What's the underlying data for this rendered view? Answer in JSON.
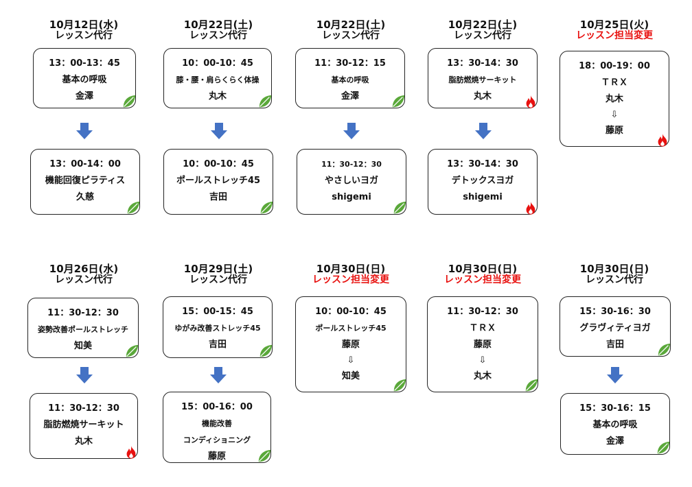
{
  "colors": {
    "red": "#e8110f",
    "arrow": "#4472c4",
    "leaf": "#5aa83a",
    "fire": "#e8110f"
  },
  "columns": [
    {
      "date": "10月12日(水)",
      "type": "レッスン代行",
      "type_red": false,
      "before": {
        "lines": [
          "13：00-13：45",
          "基本の呼吸",
          "金澤"
        ],
        "small": [],
        "icon": "leaf-icon"
      },
      "after": {
        "lines": [
          "13：00-14：00",
          "機能回復ピラティス",
          "久慈"
        ],
        "small": [],
        "icon": "leaf-icon"
      }
    },
    {
      "date": "10月22日(土)",
      "type": "レッスン代行",
      "type_red": false,
      "before": {
        "lines": [
          "10：00-10：45",
          "膝・腰・肩らくらく体操",
          "丸木"
        ],
        "small": [
          1
        ],
        "icon": "leaf-icon"
      },
      "after": {
        "lines": [
          "10：00-10：45",
          "ポールストレッチ45",
          "吉田"
        ],
        "small": [],
        "icon": "leaf-icon"
      }
    },
    {
      "date": "10月22日(土)",
      "type": "レッスン代行",
      "type_red": false,
      "before": {
        "lines": [
          "11：30-12：15",
          "基本の呼吸",
          "金澤"
        ],
        "small": [
          1
        ],
        "icon": "leaf-icon"
      },
      "after": {
        "lines": [
          "11：30-12：30",
          "やさしいヨガ",
          "shigemi"
        ],
        "small": [
          0
        ],
        "icon": "leaf-icon"
      }
    },
    {
      "date": "10月22日(土)",
      "type": "レッスン代行",
      "type_red": false,
      "before": {
        "lines": [
          "13：30-14：30",
          "脂肪燃焼サーキット",
          "丸木"
        ],
        "small": [
          1
        ],
        "icon": "fire-icon"
      },
      "after": {
        "lines": [
          "13：30-14：30",
          "デトックスヨガ",
          "shigemi"
        ],
        "small": [],
        "icon": "fire-icon"
      }
    },
    {
      "date": "10月25日(火)",
      "type": "レッスン担当変更",
      "type_red": true,
      "before": {
        "lines": [
          "18：00-19：00",
          "ＴＲＸ",
          "丸木",
          "⇩",
          "藤原"
        ],
        "small": [],
        "icon": "fire-icon"
      }
    },
    {
      "date": "10月26日(水)",
      "type": "レッスン代行",
      "type_red": false,
      "before": {
        "lines": [
          "11：30-12：30",
          "姿勢改善ポールストレッチ",
          "知美"
        ],
        "small": [
          1
        ],
        "icon": "leaf-icon"
      },
      "after": {
        "lines": [
          "11：30-12：30",
          "脂肪燃焼サーキット",
          "丸木"
        ],
        "small": [],
        "icon": "fire-icon"
      }
    },
    {
      "date": "10月29日(土)",
      "type": "レッスン代行",
      "type_red": false,
      "before": {
        "lines": [
          "15：00-15：45",
          "ゆがみ改善ストレッチ45",
          "吉田"
        ],
        "small": [
          1
        ],
        "icon": "leaf-icon"
      },
      "after": {
        "lines": [
          "15：00-16：00",
          "機能改善",
          "コンディショニング",
          "藤原"
        ],
        "small": [
          1,
          2
        ],
        "icon": "leaf-icon"
      }
    },
    {
      "date": "10月30日(日)",
      "type": "レッスン担当変更",
      "type_red": true,
      "before": {
        "lines": [
          "10：00-10：45",
          "ポールストレッチ45",
          "藤原",
          "⇩",
          "知美"
        ],
        "small": [
          1
        ],
        "icon": "leaf-icon"
      }
    },
    {
      "date": "10月30日(日)",
      "type": "レッスン担当変更",
      "type_red": true,
      "before": {
        "lines": [
          "11：30-12：30",
          "ＴＲＸ",
          "藤原",
          "⇩",
          "丸木"
        ],
        "small": [],
        "icon": "leaf-icon"
      }
    },
    {
      "date": "10月30日(日)",
      "type": "レッスン代行",
      "type_red": false,
      "before": {
        "lines": [
          "15：30-16：30",
          "グラヴィティヨガ",
          "吉田"
        ],
        "small": [],
        "icon": "leaf-icon"
      },
      "after": {
        "lines": [
          "15：30-16：15",
          "基本の呼吸",
          "金澤"
        ],
        "small": [],
        "icon": "leaf-icon"
      }
    }
  ]
}
